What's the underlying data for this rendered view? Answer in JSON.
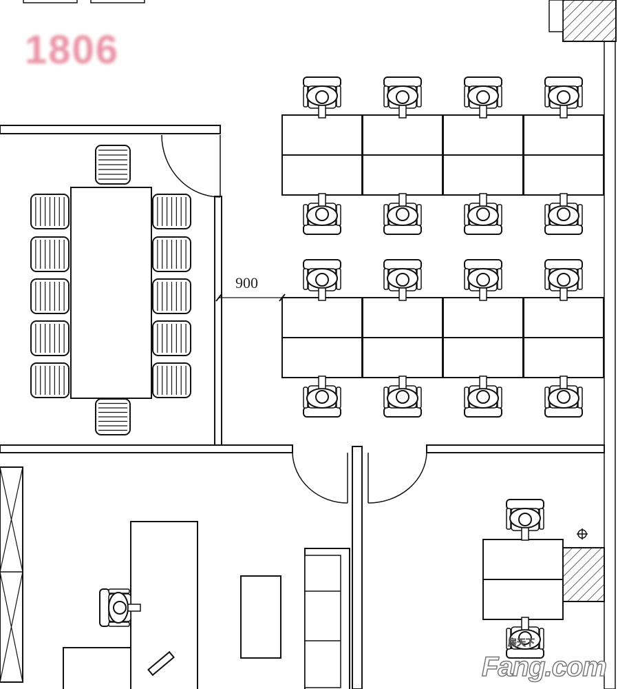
{
  "unit_label": "1806",
  "dimension_label": "900",
  "watermark": {
    "cn": "房天下",
    "en": "Fang.com"
  },
  "colors": {
    "line": "#111111",
    "unit_label": "#e58096"
  }
}
